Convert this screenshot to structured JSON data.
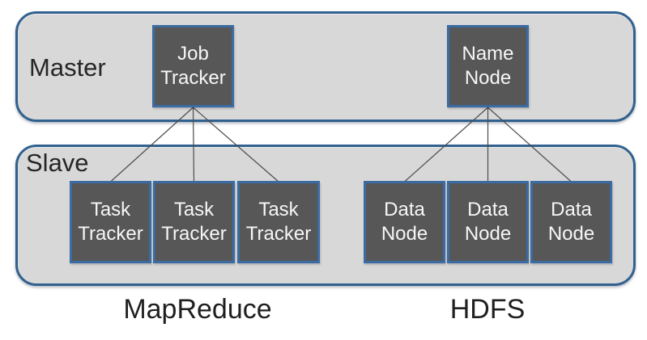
{
  "diagram": {
    "bands": {
      "master": {
        "label": "Master"
      },
      "slave": {
        "label": "Slave"
      }
    },
    "nodes": {
      "job_tracker": {
        "line1": "Job",
        "line2": "Tracker"
      },
      "name_node": {
        "line1": "Name",
        "line2": "Node"
      },
      "task_trackers": [
        {
          "line1": "Task",
          "line2": "Tracker"
        },
        {
          "line1": "Task",
          "line2": "Tracker"
        },
        {
          "line1": "Task",
          "line2": "Tracker"
        }
      ],
      "data_nodes": [
        {
          "line1": "Data",
          "line2": "Node"
        },
        {
          "line1": "Data",
          "line2": "Node"
        },
        {
          "line1": "Data",
          "line2": "Node"
        }
      ]
    },
    "footers": {
      "mapreduce": "MapReduce",
      "hdfs": "HDFS"
    },
    "colors": {
      "band_fill": "#d8d8d8",
      "band_border": "#31618f",
      "node_fill": "#575757",
      "node_border": "#3a6ba3",
      "connector": "#4d4d4d",
      "label_text": "#262626",
      "node_text": "#f7f7f7",
      "background": "#ffffff"
    }
  }
}
